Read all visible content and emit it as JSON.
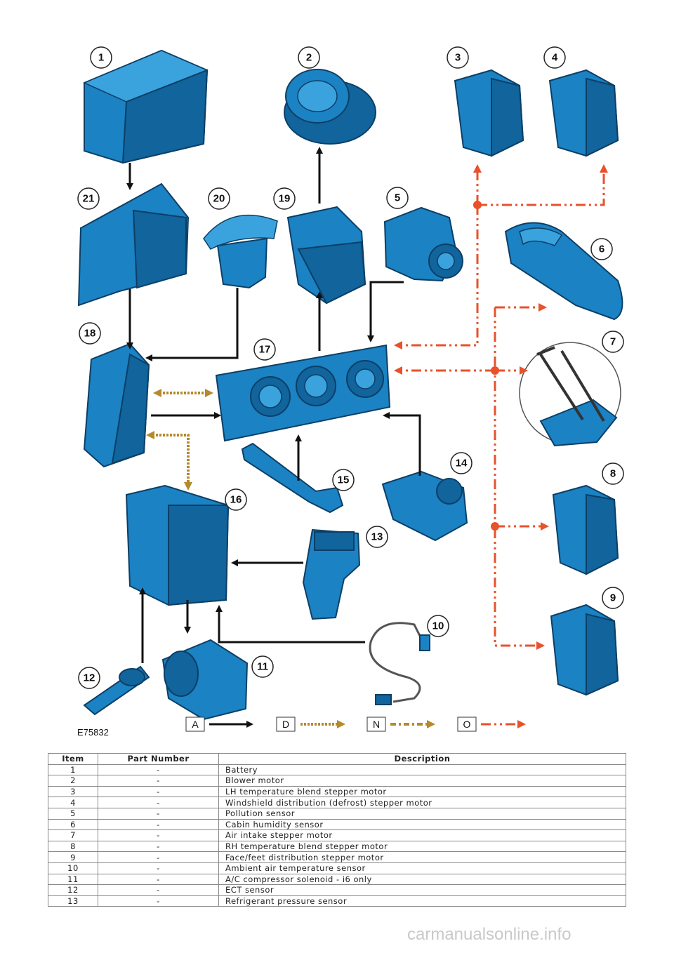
{
  "figure": {
    "reference": "E75832",
    "callouts": [
      "1",
      "2",
      "3",
      "4",
      "5",
      "6",
      "7",
      "8",
      "9",
      "10",
      "11",
      "12",
      "13",
      "14",
      "15",
      "16",
      "17",
      "18",
      "19",
      "20",
      "21"
    ],
    "legend": [
      "A",
      "D",
      "N",
      "O"
    ]
  },
  "colors": {
    "component": "#1b82c4",
    "line_a": "#111111",
    "line_d": "#b58a2a",
    "line_n": "#b58a2a",
    "line_o": "#e8512a"
  },
  "table": {
    "headers": [
      "Item",
      "Part Number",
      "Description"
    ],
    "rows": [
      {
        "item": "1",
        "part_number": "-",
        "description": "Battery"
      },
      {
        "item": "2",
        "part_number": "-",
        "description": "Blower motor"
      },
      {
        "item": "3",
        "part_number": "-",
        "description": "LH temperature blend stepper motor"
      },
      {
        "item": "4",
        "part_number": "-",
        "description": "Windshield distribution (defrost) stepper motor"
      },
      {
        "item": "5",
        "part_number": "-",
        "description": "Pollution sensor"
      },
      {
        "item": "6",
        "part_number": "-",
        "description": "Cabin humidity sensor"
      },
      {
        "item": "7",
        "part_number": "-",
        "description": "Air intake stepper motor"
      },
      {
        "item": "8",
        "part_number": "-",
        "description": "RH temperature blend stepper motor"
      },
      {
        "item": "9",
        "part_number": "-",
        "description": "Face/feet distribution stepper motor"
      },
      {
        "item": "10",
        "part_number": "-",
        "description": "Ambient air temperature sensor"
      },
      {
        "item": "11",
        "part_number": "-",
        "description": "A/C compressor solenoid - i6 only"
      },
      {
        "item": "12",
        "part_number": "-",
        "description": "ECT sensor"
      },
      {
        "item": "13",
        "part_number": "-",
        "description": "Refrigerant pressure sensor"
      }
    ]
  },
  "watermark": "carmanualsonline.info"
}
